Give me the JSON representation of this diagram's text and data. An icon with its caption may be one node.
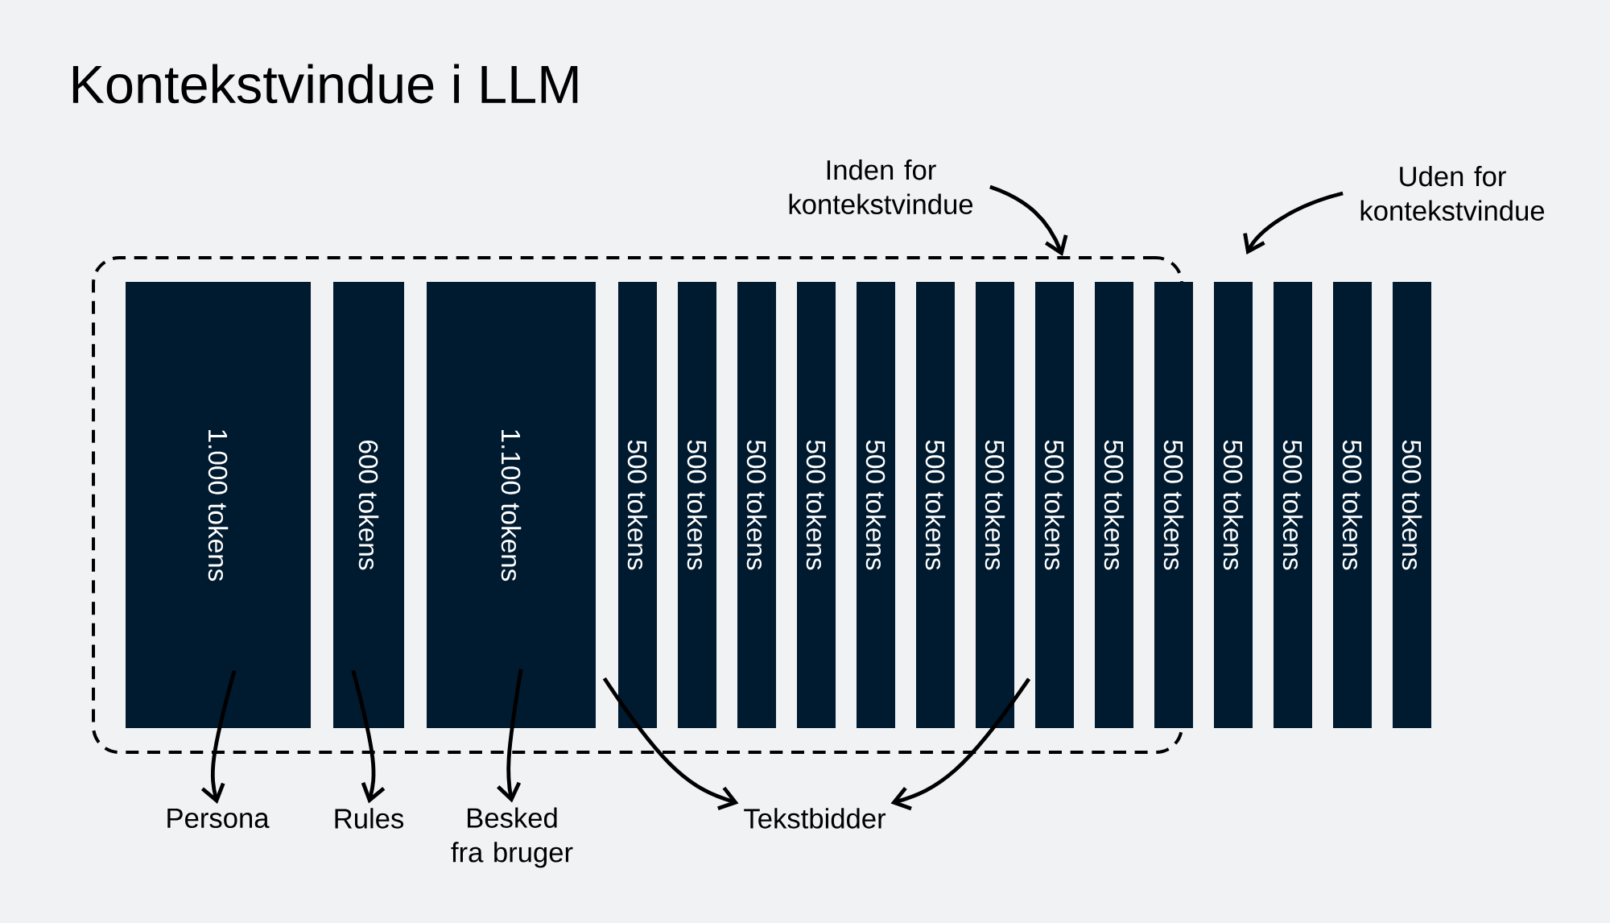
{
  "diagram": {
    "title": "Kontekstvindue i LLM",
    "nodes": [
      {
        "text": [],
        "shape": "box"
      },
      {
        "text": [
          "1.000 tokens"
        ],
        "in": 0
      },
      {
        "text": [
          "600 tokens"
        ],
        "in": 0
      },
      {
        "text": [
          "1.100 tokens"
        ],
        "in": 0
      },
      {
        "text": [
          "500 tokens"
        ],
        "in": 0
      },
      {
        "text": [
          "500 tokens"
        ],
        "in": 0
      },
      {
        "text": [
          "500 tokens"
        ],
        "in": 0
      },
      {
        "text": [
          "500 tokens"
        ],
        "in": 0
      },
      {
        "text": [
          "500 tokens"
        ],
        "in": 0
      },
      {
        "text": [
          "500 tokens"
        ],
        "in": 0
      },
      {
        "text": [
          "500 tokens"
        ],
        "in": 0
      },
      {
        "text": [
          "500 tokens"
        ],
        "in": 0
      },
      {
        "text": [
          "500 tokens"
        ],
        "in": 0
      },
      {
        "text": [
          "500 tokens"
        ]
      },
      {
        "text": [
          "500 tokens"
        ]
      },
      {
        "text": [
          "500 tokens"
        ]
      },
      {
        "text": [
          "500 tokens"
        ]
      },
      {
        "text": [
          "500 tokens"
        ]
      },
      {
        "text": [
          "Persona"
        ]
      },
      {
        "text": [
          "Rules"
        ]
      },
      {
        "text": [
          "Besked fra bruger"
        ]
      },
      {
        "text": [
          "Tekstbidder"
        ]
      },
      {
        "text": [
          "Inden for kontekstvindue"
        ]
      },
      {
        "text": [
          "Uden for kontekstvindue"
        ]
      }
    ],
    "edges": [
      {
        "from": 1,
        "to": 18,
        "arrow": "to"
      },
      {
        "from": 2,
        "to": 19,
        "arrow": "to"
      },
      {
        "from": 3,
        "to": 20,
        "arrow": "to"
      },
      {
        "from": 4,
        "to": 21,
        "arrow": "to"
      },
      {
        "from": 10,
        "to": 21,
        "arrow": "to"
      },
      {
        "from": 22,
        "to": 0,
        "arrow": "to"
      },
      {
        "from": 23,
        "to": 14,
        "arrow": "to"
      }
    ]
  }
}
